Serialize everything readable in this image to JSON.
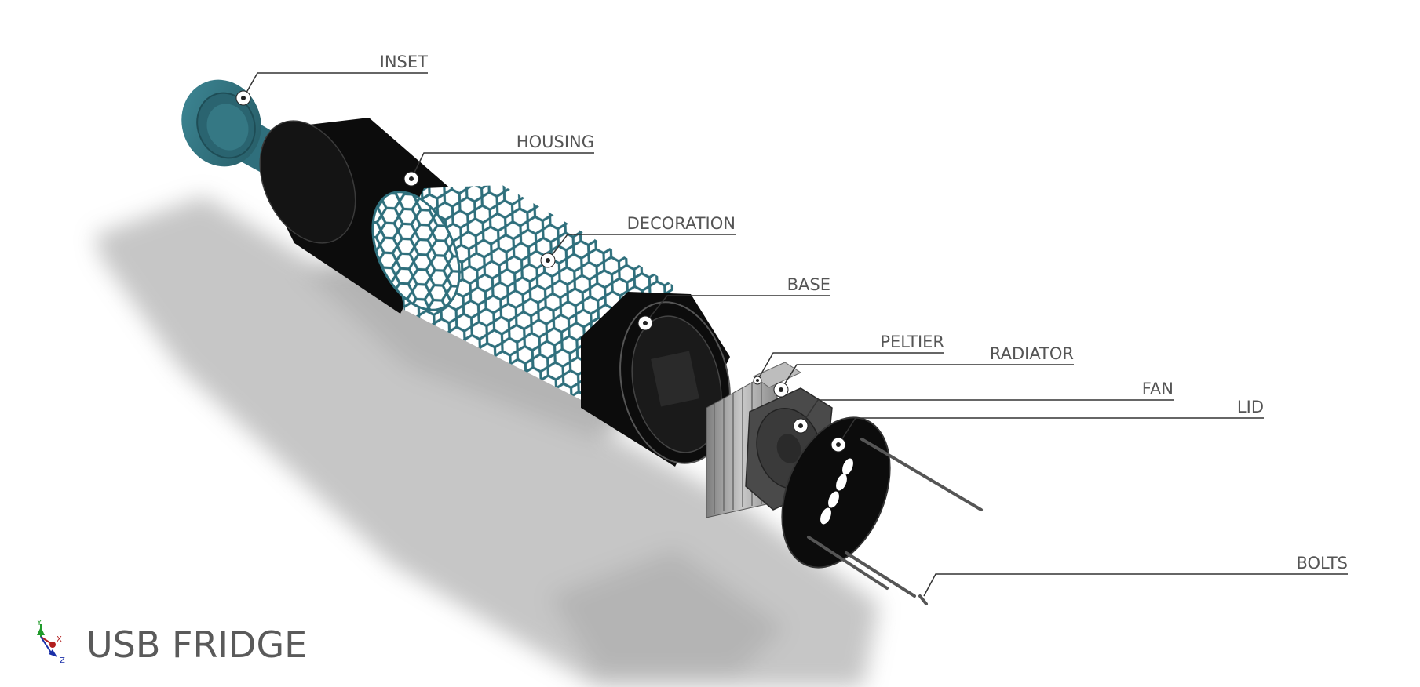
{
  "title": "USB FRIDGE",
  "axes": {
    "x": "X",
    "y": "Y",
    "z": "Z"
  },
  "colors": {
    "teal": "#2f6f7c",
    "black": "#0c0c0c",
    "label": "#555555",
    "radiator": "#9a9a9a",
    "shadow": "#b8b8b8"
  },
  "parts": {
    "inset": "INSET",
    "housing": "HOUSING",
    "decoration": "DECORATION",
    "base": "BASE",
    "peltier": "PELTIER",
    "radiator": "RADIATOR",
    "fan": "FAN",
    "lid": "LID",
    "bolts": "BOLTS"
  }
}
